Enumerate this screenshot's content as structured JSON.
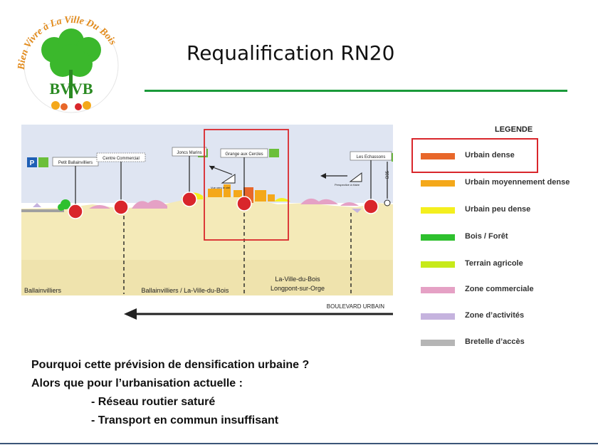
{
  "logo": {
    "arc_text": "Bien Vivre à La Ville Du Bois",
    "letters": "BVVB"
  },
  "title": "Requalification RN20",
  "diagram": {
    "place_labels": [
      {
        "id": "petit",
        "text": "Petit Ballainvilliers"
      },
      {
        "id": "centre",
        "text": "Centre Commercial"
      },
      {
        "id": "joncs",
        "text": "Joncs Marins"
      },
      {
        "id": "grange",
        "text": "Grange aux Cercles"
      },
      {
        "id": "echassons",
        "text": "Les Echassons"
      }
    ],
    "d35": "D35",
    "view_ciel": "Vue vers le ciel",
    "perspective": "Perspective à élaire",
    "zones": {
      "z1": "Ballainvilliers",
      "z2": "Ballainvilliers / La-Ville-du-Bois",
      "z3a": "La-Ville-du-Bois",
      "z3b": "Longpont-sur-Orge"
    },
    "boulevard": "BOULEVARD URBAIN"
  },
  "legend": {
    "title": "LEGENDE",
    "items": [
      {
        "label": "Urbain dense",
        "color": "#e8672a"
      },
      {
        "label": "Urbain moyennement dense",
        "color": "#f4a81a"
      },
      {
        "label": "Urbain peu dense",
        "color": "#f4ef1e"
      },
      {
        "label": "Bois / Forêt",
        "color": "#2ec02e"
      },
      {
        "label": "Terrain agricole",
        "color": "#c7ea1a"
      },
      {
        "label": "Zone commerciale",
        "color": "#e5a1c5"
      },
      {
        "label": "Zone d’activités",
        "color": "#c5b3de"
      },
      {
        "label": "Bretelle d’accès",
        "color": "#b5b5b5"
      }
    ]
  },
  "question": {
    "line1": "Pourquoi cette prévision de densification urbaine ?",
    "line2": "Alors que pour l’urbanisation actuelle :",
    "bullet1": "- Réseau routier saturé",
    "bullet2": "- Transport en commun insuffisant"
  }
}
